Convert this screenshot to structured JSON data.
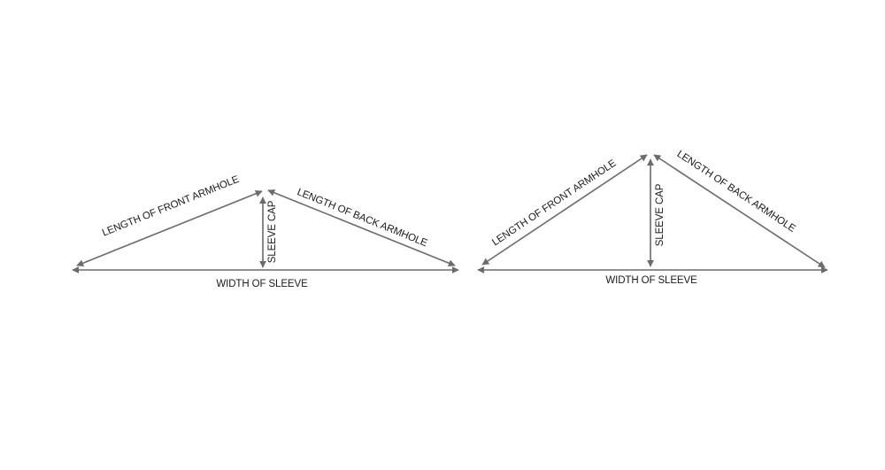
{
  "diagrams": [
    {
      "front_armhole_label": "LENGTH OF FRONT ARMHOLE",
      "back_armhole_label": "LENGTH OF BACK ARMHOLE",
      "sleeve_cap_label": "SLEEVE CAP",
      "width_label": "WIDTH OF SLEEVE"
    },
    {
      "front_armhole_label": "LENGTH OF FRONT ARMHOLE",
      "back_armhole_label": "LENGTH OF BACK ARMHOLE",
      "sleeve_cap_label": "SLEEVE CAP",
      "width_label": "WIDTH OF SLEEVE"
    }
  ],
  "colors": {
    "line": "#6b6b6b",
    "text": "#1a1a1a",
    "background": "#ffffff"
  }
}
